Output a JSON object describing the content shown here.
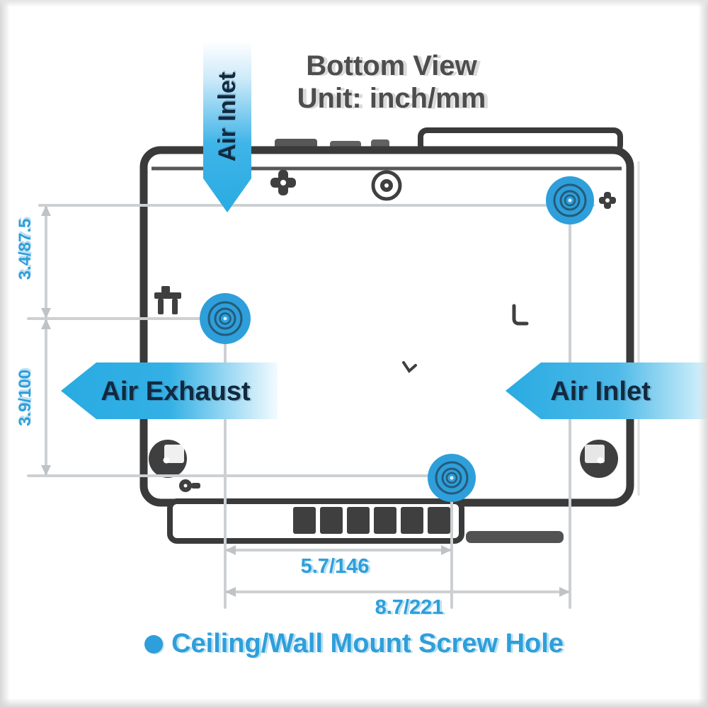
{
  "title": {
    "line1": "Bottom View",
    "line2": "Unit: inch/mm"
  },
  "arrows": {
    "top": "Air Inlet",
    "left": "Air Exhaust",
    "right": "Air Inlet"
  },
  "dimensions": {
    "side_upper": "3.4/87.5",
    "side_lower": "3.9/100",
    "bottom_inner": "5.7/146",
    "bottom_outer": "8.7/221"
  },
  "legend": {
    "text": "Ceiling/Wall Mount Screw Hole"
  },
  "icons": {
    "legend_bullet": "filled-blue-circle",
    "screw_hole_marker": "blue-concentric-circles",
    "screws": "phillips-and-round-screws"
  },
  "colors": {
    "accent_blue": "#2E9FDA",
    "arrow_blue": "#29ABE2",
    "outline_dark": "#3A3A3A",
    "icon_dark": "#3F3F3F",
    "navy_text": "#12293F",
    "title_gray": "#4D4D4D",
    "dim_line_gray": "#CDD0D3"
  }
}
